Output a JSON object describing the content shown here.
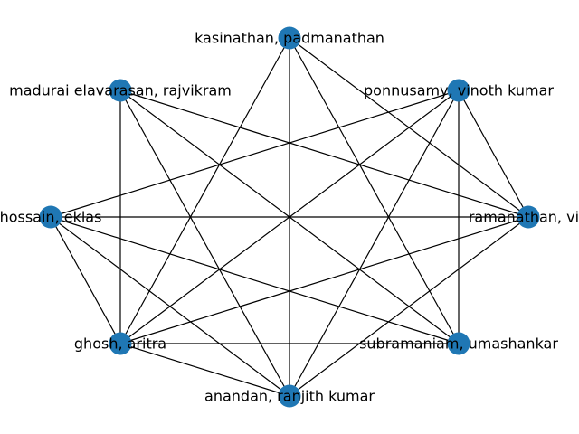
{
  "graph": {
    "node_color": "#1f77b4",
    "edge_color": "#000000",
    "nodes": [
      {
        "id": "kasinathan",
        "label": "kasinathan, padmanathan"
      },
      {
        "id": "ponnusamy",
        "label": "ponnusamy, vinoth kumar"
      },
      {
        "id": "ramanathan",
        "label": "ramanathan, vin"
      },
      {
        "id": "subramaniam",
        "label": "subramaniam, umashankar"
      },
      {
        "id": "anandan",
        "label": "anandan, ranjith kumar"
      },
      {
        "id": "ghosh",
        "label": "ghosh, aritra"
      },
      {
        "id": "hossain",
        "label": "hossain, eklas"
      },
      {
        "id": "madurai",
        "label": "madurai elavarasan, rajvikram"
      }
    ],
    "edges": [
      [
        "kasinathan",
        "ramanathan"
      ],
      [
        "kasinathan",
        "subramaniam"
      ],
      [
        "kasinathan",
        "anandan"
      ],
      [
        "kasinathan",
        "ghosh"
      ],
      [
        "ponnusamy",
        "ramanathan"
      ],
      [
        "ponnusamy",
        "subramaniam"
      ],
      [
        "ponnusamy",
        "anandan"
      ],
      [
        "ponnusamy",
        "ghosh"
      ],
      [
        "ponnusamy",
        "hossain"
      ],
      [
        "ramanathan",
        "anandan"
      ],
      [
        "ramanathan",
        "ghosh"
      ],
      [
        "ramanathan",
        "hossain"
      ],
      [
        "ramanathan",
        "madurai"
      ],
      [
        "subramaniam",
        "ghosh"
      ],
      [
        "subramaniam",
        "hossain"
      ],
      [
        "subramaniam",
        "madurai"
      ],
      [
        "anandan",
        "ghosh"
      ],
      [
        "anandan",
        "hossain"
      ],
      [
        "anandan",
        "madurai"
      ],
      [
        "ghosh",
        "hossain"
      ],
      [
        "ghosh",
        "madurai"
      ]
    ]
  }
}
